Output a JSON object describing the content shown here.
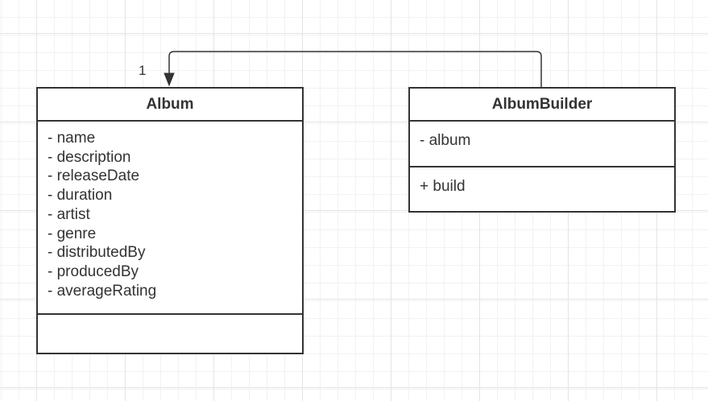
{
  "classes": {
    "album": {
      "name": "Album",
      "attributes": [
        "- name",
        "- description",
        "- releaseDate",
        "- duration",
        "- artist",
        "- genre",
        "- distributedBy",
        "- producedBy",
        "- averageRating"
      ],
      "operations": []
    },
    "album_builder": {
      "name": "AlbumBuilder",
      "attributes": [
        "- album"
      ],
      "operations": [
        "+ build"
      ]
    }
  },
  "association": {
    "from": "AlbumBuilder",
    "to": "Album",
    "multiplicity": "1"
  }
}
